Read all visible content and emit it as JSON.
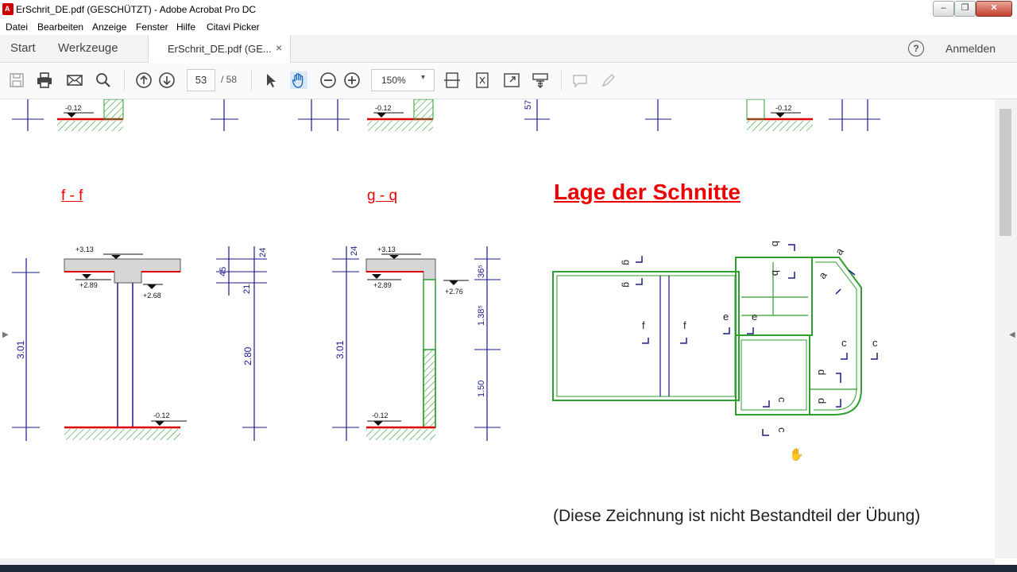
{
  "window": {
    "title": "ErSchrit_DE.pdf (GESCHÜTZT) - Adobe Acrobat Pro DC",
    "min_glyph": "–",
    "max_glyph": "❐",
    "close_glyph": "✕"
  },
  "menu": [
    "Datei",
    "Bearbeiten",
    "Anzeige",
    "Fenster",
    "Hilfe",
    "Citavi Picker"
  ],
  "nav": {
    "start": "Start",
    "tools": "Werkzeuge",
    "tab_label": "ErSchrit_DE.pdf (GE...",
    "tab_close": "×",
    "help": "?",
    "signin": "Anmelden"
  },
  "toolbar": {
    "page_current": "53",
    "page_total": "/ 58",
    "zoom": "150%",
    "zoom_arrow": "▾"
  },
  "document": {
    "heading": "Lage der Schnitte",
    "section_ff": "f - f",
    "section_gg": "g - q",
    "note": "(Diese Zeichnung ist nicht Bestandteil der Übung)",
    "levels": {
      "top_ff": "+3.13",
      "mid_ff_left": "+2.89",
      "mid_ff_right": "+2.68",
      "base": "-0.12",
      "top_gg": "+3.13",
      "mid_gg": "+2.89",
      "mid_gg_right": "+2.76"
    },
    "dims": {
      "height_ff": "3.01",
      "d45": "45",
      "d24": "24",
      "d21": "21",
      "d280": "2.80",
      "height_gg": "3.01",
      "d24b": "24",
      "d365": "36⁵",
      "d1385": "1.38⁵",
      "d150": "1.50",
      "d57": "57"
    },
    "plan_labels": [
      "g",
      "g",
      "f",
      "f",
      "e",
      "e",
      "b",
      "b",
      "a",
      "a",
      "c",
      "c",
      "d",
      "d",
      "c",
      "c"
    ]
  },
  "colors": {
    "accent_red": "#e00000",
    "dim_blue": "#1a1a8c",
    "plan_green": "#2e9e2e"
  }
}
